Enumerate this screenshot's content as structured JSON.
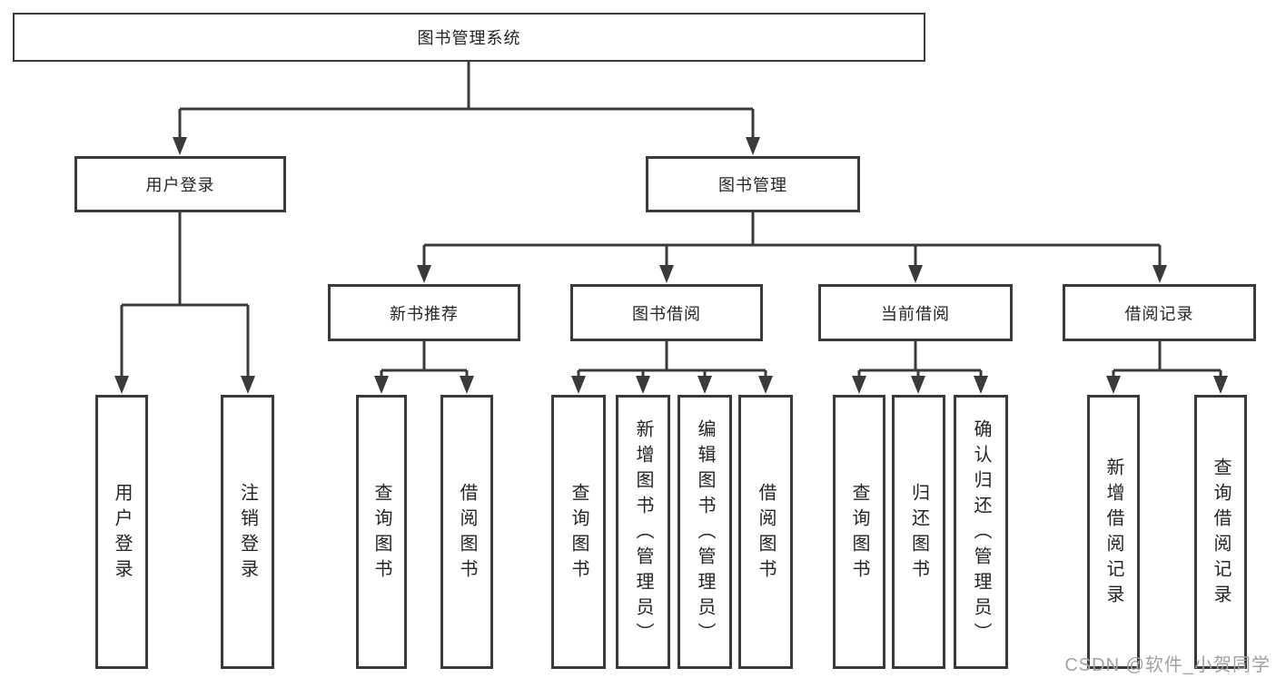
{
  "tree": {
    "root": "图书管理系统",
    "children": [
      {
        "label": "用户登录",
        "children": [
          "用户登录",
          "注销登录"
        ]
      },
      {
        "label": "图书管理",
        "children": [
          {
            "label": "新书推荐",
            "children": [
              "查询图书",
              "借阅图书"
            ]
          },
          {
            "label": "图书借阅",
            "children": [
              "查询图书",
              "新增图书（管理员）",
              "编辑图书（管理员）",
              "借阅图书"
            ]
          },
          {
            "label": "当前借阅",
            "children": [
              "查询图书",
              "归还图书",
              "确认归还（管理员）"
            ]
          },
          {
            "label": "借阅记录",
            "children": [
              "新增借阅记录",
              "查询借阅记录"
            ]
          }
        ]
      }
    ]
  },
  "watermark": {
    "text": "CSDN @软件_小贺同学",
    "color": "#a2a2a2"
  },
  "colors": {
    "line": "#3a3a3a",
    "box_border": "#3a3a3a",
    "text": "#242424",
    "background": "#ffffff"
  }
}
